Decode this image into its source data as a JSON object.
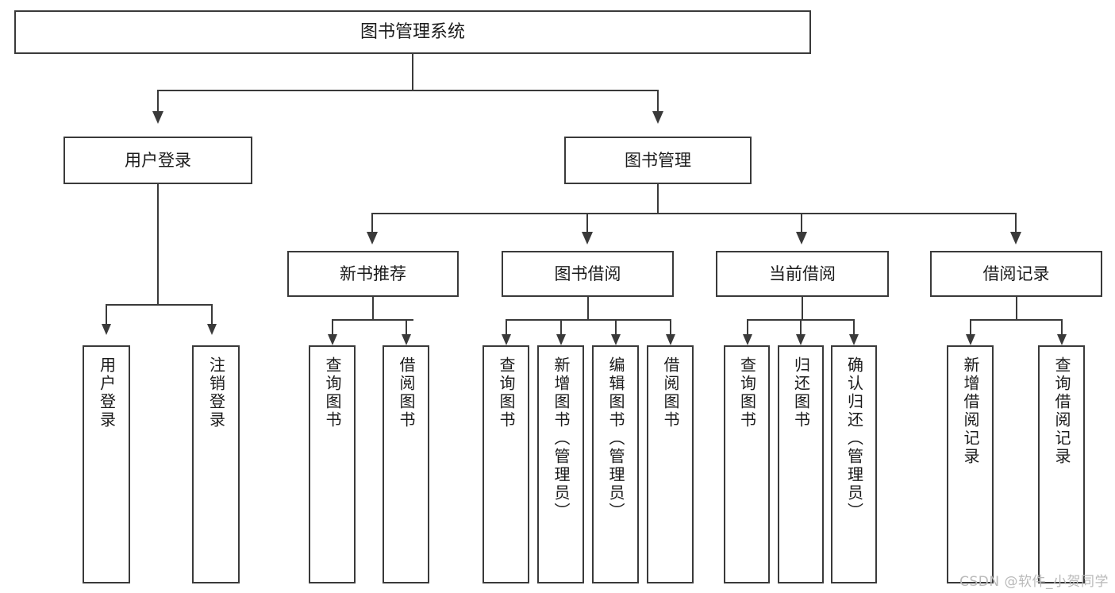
{
  "diagram": {
    "title": "图书管理系统",
    "type": "tree",
    "root": {
      "label": "图书管理系统"
    },
    "level2": [
      {
        "label": "用户登录"
      },
      {
        "label": "图书管理"
      }
    ],
    "level3": [
      {
        "label": "新书推荐"
      },
      {
        "label": "图书借阅"
      },
      {
        "label": "当前借阅"
      },
      {
        "label": "借阅记录"
      }
    ],
    "leaves": {
      "user_login": [
        {
          "label": "用户登录"
        },
        {
          "label": "注销登录"
        }
      ],
      "new_book_recommend": [
        {
          "label": "查询图书"
        },
        {
          "label": "借阅图书"
        }
      ],
      "book_borrow": [
        {
          "label": "查询图书"
        },
        {
          "label": "新增图书（管理员）"
        },
        {
          "label": "编辑图书（管理员）"
        },
        {
          "label": "借阅图书"
        }
      ],
      "current_borrow": [
        {
          "label": "查询图书"
        },
        {
          "label": "归还图书"
        },
        {
          "label": "确认归还（管理员）"
        }
      ],
      "borrow_record": [
        {
          "label": "新增借阅记录"
        },
        {
          "label": "查询借阅记录"
        }
      ]
    }
  },
  "watermark": {
    "text": "CSDN @软件_小贺同学"
  },
  "colors": {
    "stroke": "#3a3a3a",
    "background": "#ffffff",
    "text": "#1b1b1b",
    "watermark": "#b9b9b9"
  }
}
